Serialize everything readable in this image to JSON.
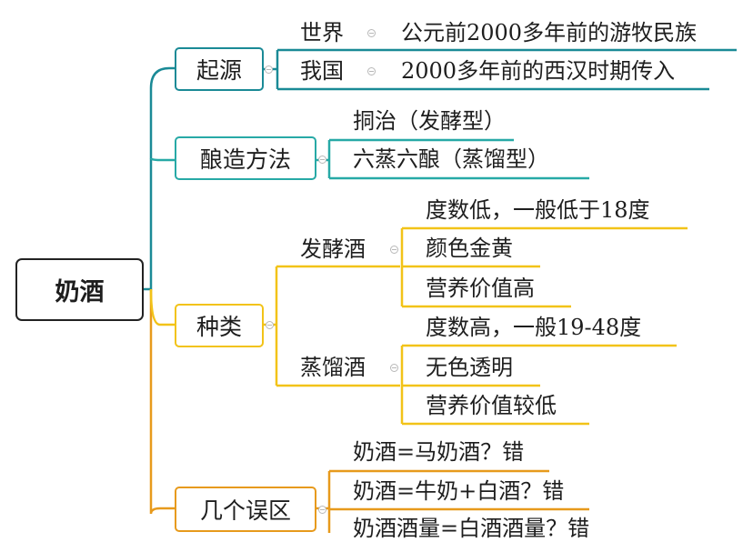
{
  "root": {
    "label": "奶酒"
  },
  "branches": {
    "origin": {
      "label": "起源",
      "color": "#1a8a96",
      "items": [
        {
          "key": "世界",
          "value": "公元前2000多年前的游牧民族"
        },
        {
          "key": "我国",
          "value": "2000多年前的西汉时期传入"
        }
      ]
    },
    "brewing": {
      "label": "酿造方法",
      "color": "#27a9a6",
      "items": [
        "挏治（发酵型）",
        "六蒸六酿（蒸馏型）"
      ]
    },
    "types": {
      "label": "种类",
      "color": "#f2c318",
      "fermented": {
        "label": "发酵酒",
        "items": [
          "度数低，一般低于18度",
          "颜色金黄",
          "营养价值高"
        ]
      },
      "distilled": {
        "label": "蒸馏酒",
        "items": [
          "度数高，一般19-48度",
          "无色透明",
          "营养价值较低"
        ]
      }
    },
    "myths": {
      "label": "几个误区",
      "color": "#e79a1c",
      "items": [
        "奶酒=马奶酒？错",
        "奶酒=牛奶+白酒？错",
        "奶酒酒量=白酒酒量？错"
      ]
    }
  }
}
